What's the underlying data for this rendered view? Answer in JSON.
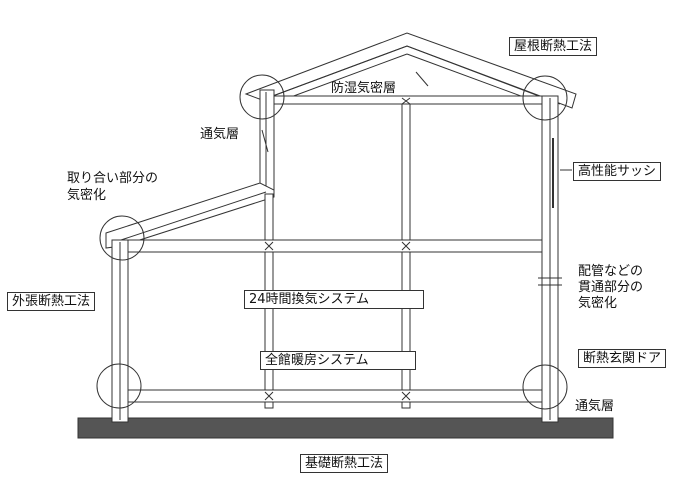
{
  "labels": {
    "roof_insulation": "屋根断熱工法",
    "vapor_barrier": "防湿気密層",
    "ventilation_layer_top": "通気層",
    "junction_airtight_line1": "取り合い部分の",
    "junction_airtight_line2": "気密化",
    "high_performance_sash": "高性能サッシ",
    "pipe_airtight_line1": "配管などの",
    "pipe_airtight_line2": "貫通部分の",
    "pipe_airtight_line3": "気密化",
    "external_insulation": "外張断熱工法",
    "ventilation_24h": "24時間換気システム",
    "whole_house_heating": "全館暖房システム",
    "insulated_entrance_door": "断熱玄関ドア",
    "ventilation_layer_bottom": "通気層",
    "foundation_insulation": "基礎断熱工法"
  },
  "colors": {
    "line": "#333333",
    "ground": "#555555",
    "background": "#ffffff"
  }
}
